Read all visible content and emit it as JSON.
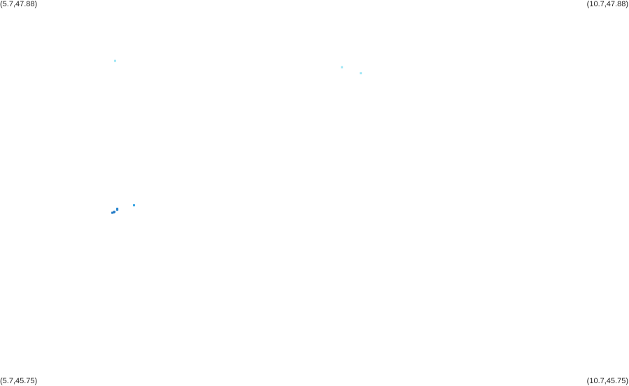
{
  "corner_labels": {
    "top_left": "(5.7,47.88)",
    "top_right": "(10.7,47.88)",
    "bottom_left": "(5.7,45.75)",
    "bottom_right": "(10.7,45.75)"
  },
  "map_data": {
    "bounds": {
      "lon_min": 5.7,
      "lon_max": 10.7,
      "lat_min": 45.75,
      "lat_max": 47.88
    },
    "points": [
      {
        "lon": 6.615,
        "lat": 47.544,
        "color": "#9fe6f5"
      },
      {
        "lon": 8.418,
        "lat": 47.509,
        "color": "#9fe6f5"
      },
      {
        "lon": 8.568,
        "lat": 47.476,
        "color": "#9fe6f5"
      },
      {
        "lon": 6.765,
        "lat": 46.747,
        "color": "#3aa6e3"
      },
      {
        "lon": 6.632,
        "lat": 46.728,
        "color": "#2a86cf"
      },
      {
        "lon": 6.632,
        "lat": 46.722,
        "color": "#2a86cf"
      },
      {
        "lon": 6.61,
        "lat": 46.711,
        "color": "#2a7fc8"
      },
      {
        "lon": 6.593,
        "lat": 46.706,
        "color": "#2a7fc8"
      },
      {
        "lon": 6.604,
        "lat": 46.708,
        "color": "#2a7fc8"
      }
    ]
  }
}
